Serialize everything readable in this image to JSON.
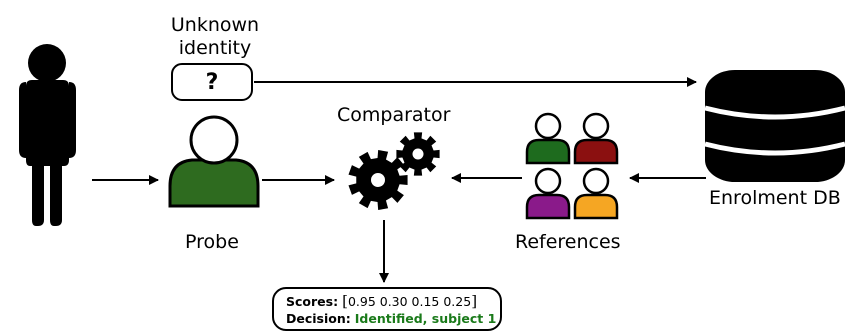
{
  "labels": {
    "unknown_identity_line1": "Unknown",
    "unknown_identity_line2": "identity",
    "query_symbol": "?",
    "comparator": "Comparator",
    "probe": "Probe",
    "references": "References",
    "enrolment_db": "Enrolment DB"
  },
  "result": {
    "scores_label": "Scores:",
    "scores_open": "[",
    "scores_values": "0.95 0.30 0.15 0.25",
    "scores_close": "]",
    "decision_label": "Decision:",
    "decision_value": "Identified, subject 1"
  },
  "colors": {
    "probe_body": "#2e6b1f",
    "reference_1": "#1e6b1e",
    "reference_2": "#8b1010",
    "reference_3": "#8a1a8a",
    "reference_4": "#f5a623",
    "decision_text": "#1a7a1a"
  },
  "icons": [
    "person-silhouette-icon",
    "user-icon",
    "gears-icon",
    "database-icon",
    "arrow-icon"
  ]
}
